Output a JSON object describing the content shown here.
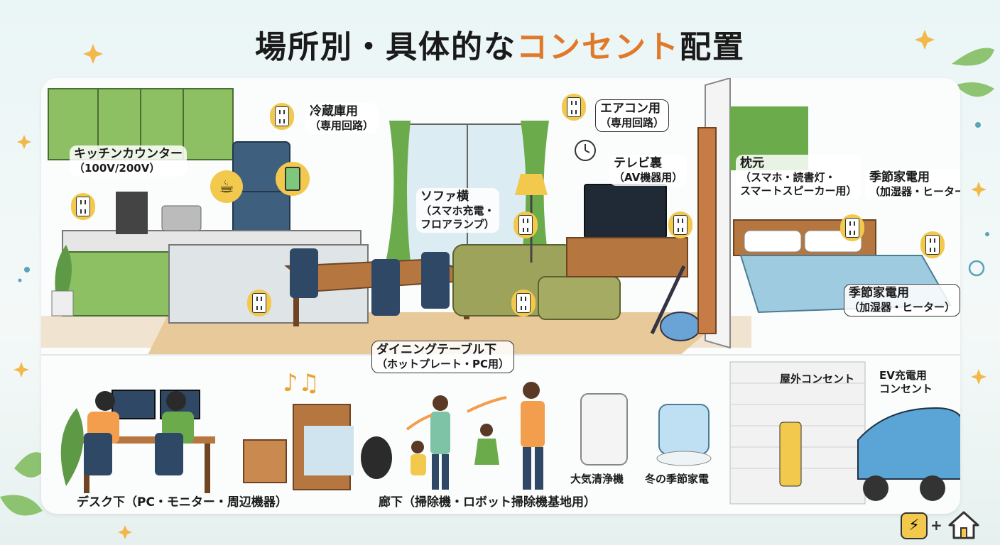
{
  "title": {
    "prefix": "場所別・具体的な",
    "accent": "コンセント",
    "suffix": "配置"
  },
  "labels": {
    "fridge": {
      "main": "冷蔵庫用",
      "sub": "（専用回路）"
    },
    "aircon": {
      "main": "エアコン用",
      "sub": "（専用回路）"
    },
    "kitchen": {
      "main": "キッチンカウンター",
      "sub": "（100V/200V）"
    },
    "tv": {
      "main": "テレビ裏",
      "sub": "（AV機器用）"
    },
    "sofa": {
      "main": "ソファ横",
      "sub1": "（スマホ充電・",
      "sub2": "フロアランプ）"
    },
    "pillow": {
      "main": "枕元",
      "sub1": "（スマホ・読書灯・",
      "sub2": "スマートスピーカー用）"
    },
    "seasonal1": {
      "main": "季節家電用",
      "sub": "（加湿器・ヒーター）"
    },
    "seasonal2": {
      "main": "季節家電用",
      "sub": "（加湿器・ヒーター）"
    },
    "dining": {
      "main": "ダイニングテーブル下",
      "sub": "（ホットプレート・PC用）"
    },
    "outdoor": {
      "main": "屋外コンセント"
    },
    "ev": {
      "main": "EV充電用",
      "sub": "コンセント"
    },
    "desk": {
      "main": "デスク下（PC・モニター・周辺機器）"
    },
    "hallway": {
      "main": "廊下（掃除機・ロボット掃除機基地用）"
    },
    "purifier": {
      "main": "大気清浄機"
    },
    "winter": {
      "main": "冬の季節家電"
    }
  },
  "icons": [
    "outlet-icon",
    "coffee-icon",
    "phone-icon",
    "clock-icon",
    "smart-speaker-icon",
    "lightning-icon",
    "house-icon",
    "music-note-icon"
  ],
  "colors": {
    "accent": "#e07a2a",
    "outlet": "#f2c94c",
    "wall_green": "#8cc063",
    "floor": "#e8c99a"
  }
}
